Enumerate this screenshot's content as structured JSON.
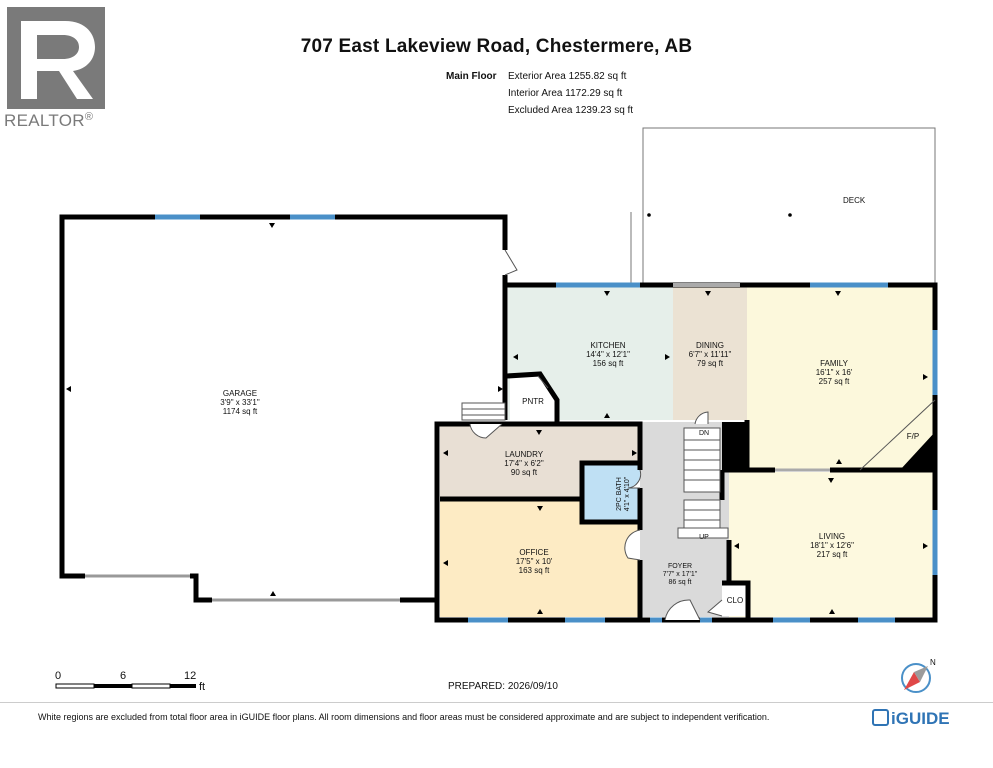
{
  "title": "707 East Lakeview Road, Chestermere, AB",
  "floor_label": "Main Floor",
  "areas": [
    "Exterior Area 1255.82 sq ft",
    "Interior Area 1172.29 sq ft",
    "Excluded Area 1239.23 sq ft"
  ],
  "brand": {
    "realtor_text": "REALTOR",
    "registered": "®",
    "iguide_text": "iGUIDE"
  },
  "rooms": {
    "deck": {
      "name": "DECK"
    },
    "garage": {
      "name": "GARAGE",
      "dims": "3'9\" x 33'1\"",
      "area": "1174 sq ft"
    },
    "kitchen": {
      "name": "KITCHEN",
      "dims": "14'4\" x 12'1\"",
      "area": "156 sq ft"
    },
    "dining": {
      "name": "DINING",
      "dims": "6'7\" x 11'11\"",
      "area": "79 sq ft"
    },
    "family": {
      "name": "FAMILY",
      "dims": "16'1\" x 16'",
      "area": "257 sq ft"
    },
    "pantry": {
      "name": "PNTR"
    },
    "laundry": {
      "name": "LAUNDRY",
      "dims": "17'4\" x 6'2\"",
      "area": "90 sq ft"
    },
    "bath": {
      "name": "2PC BATH",
      "dims": "4'1\" x 4'10\""
    },
    "office": {
      "name": "OFFICE",
      "dims": "17'5\" x 10'",
      "area": "163 sq ft"
    },
    "foyer": {
      "name": "FOYER",
      "dims": "7'7\" x 17'1\"",
      "area": "86 sq ft"
    },
    "living": {
      "name": "LIVING",
      "dims": "18'1\" x 12'6\"",
      "area": "217 sq ft"
    },
    "closet": {
      "name": "CLO"
    },
    "fireplace": {
      "name": "F/P"
    }
  },
  "stairs": {
    "down": "DN",
    "up": "UP"
  },
  "scale": {
    "labels": [
      "0",
      "6",
      "12"
    ],
    "unit": "ft"
  },
  "compass": {
    "north": "N"
  },
  "prepared": "PREPARED: 2026/09/10",
  "disclaimer": "White regions are excluded from total floor area in iGUIDE floor plans. All room dimensions and floor areas must be considered approximate and are subject to independent verification.",
  "colors": {
    "wall": "#000000",
    "window": "#4a90c8",
    "kitchen": "#e6efea",
    "dining": "#ebe2d3",
    "family": "#fcf8dc",
    "laundry": "#e8dfd4",
    "office": "#fdebc4",
    "foyer": "#dadada",
    "living": "#fdf9df",
    "bath": "#bfe0f4",
    "realtor": "#7a7a7a",
    "iguide": "#2f74b5"
  }
}
